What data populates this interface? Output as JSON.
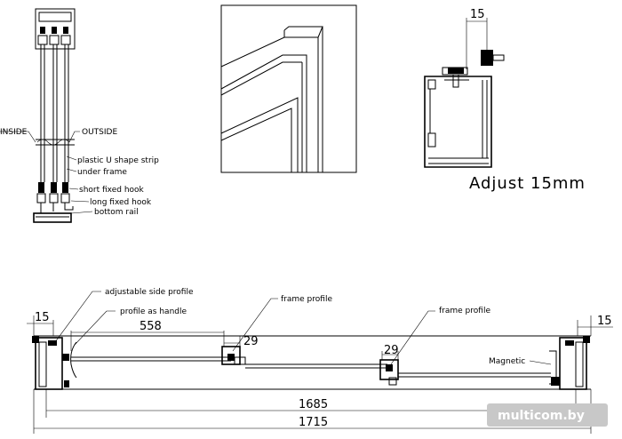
{
  "side_section": {
    "inside_label": "INSIDE",
    "outside_label": "OUTSIDE",
    "strip_label": "plastic U shape strip",
    "under_frame_label": "under frame",
    "short_hook_label": "short   fixed hook",
    "long_hook_label": "long   fixed hook",
    "bottom_rail_label": "bottom rail"
  },
  "profile_detail": {
    "dimension": "15",
    "adjust_text": "Adjust   15mm"
  },
  "plan": {
    "adjustable_side_label": "adjustable side profile",
    "handle_label": "profile as handle",
    "frame_label_1": "frame profile",
    "frame_label_2": "frame profile",
    "magnetic_label": "Magnetic",
    "dim_left": "15",
    "dim_right": "15",
    "dim_558": "558",
    "dim_29a": "29",
    "dim_29b": "29",
    "dim_1685": "1685",
    "dim_1715": "1715"
  },
  "watermark": "multicom.by"
}
